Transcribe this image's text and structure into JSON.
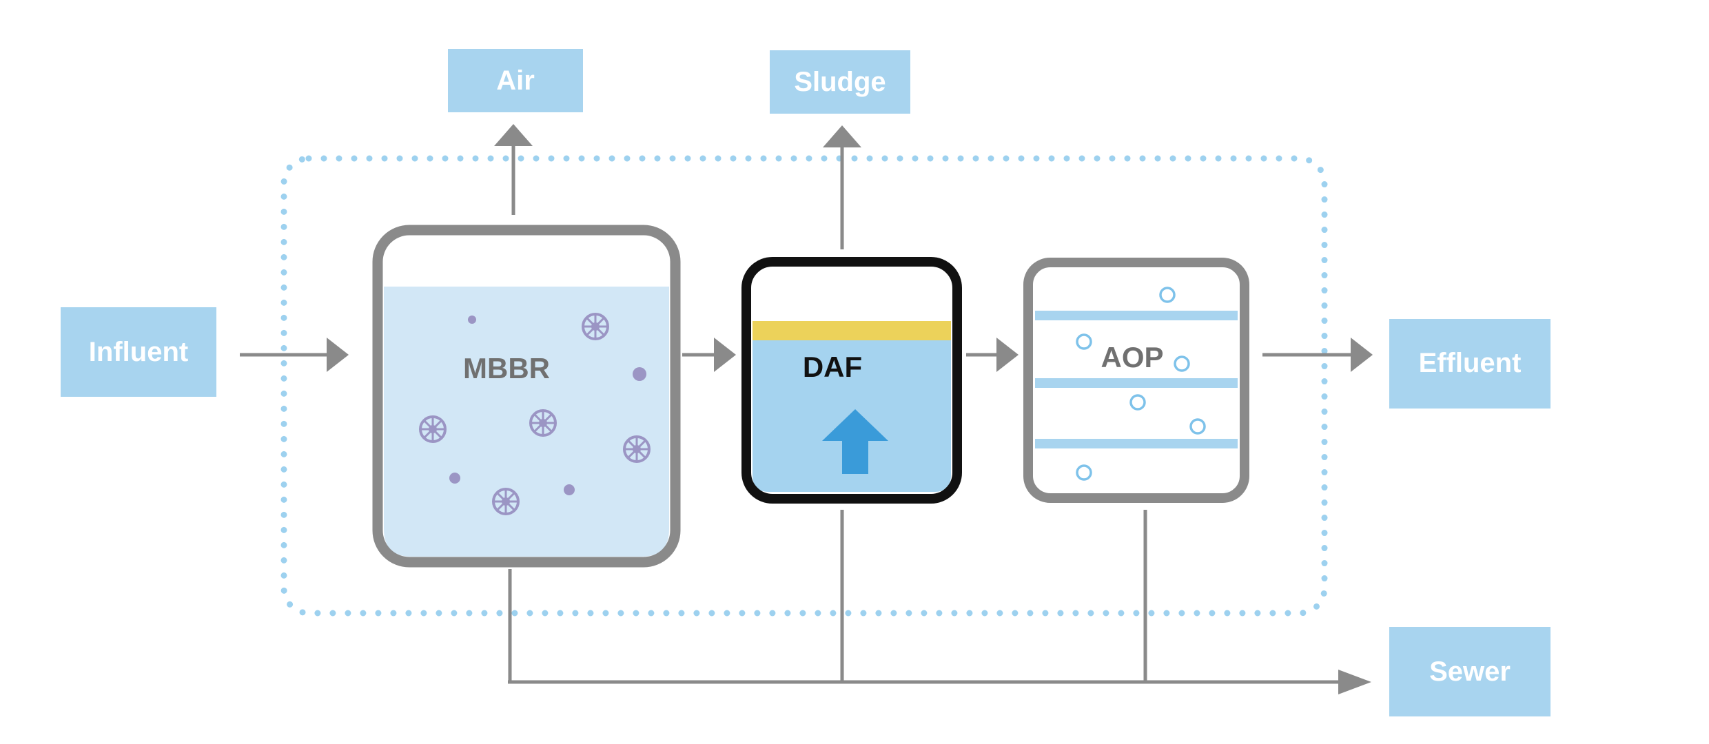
{
  "colors": {
    "box_fill": "#a8d4ef",
    "dotted_border": "#9dd1ef",
    "line": "#8a8a8a",
    "mbbr_water": "#d2e7f6",
    "daf_water": "#a5d3ef",
    "daf_froth": "#ecd25a",
    "daf_arrow": "#3a9bd9",
    "media": "#9b95c4",
    "aop_bar": "#a8d4ef",
    "aop_bubble": "#7ec2ea"
  },
  "boxes": {
    "influent": "Influent",
    "effluent": "Effluent",
    "air": "Air",
    "sludge": "Sludge",
    "sewer": "Sewer"
  },
  "units": {
    "mbbr": "MBBR",
    "daf": "DAF",
    "aop": "AOP"
  },
  "icons": {
    "mbbr_media": "wheel-carrier-icon",
    "mbbr_particle": "dot-icon",
    "daf_flow": "up-arrow-icon",
    "aop_bubble": "bubble-icon"
  }
}
